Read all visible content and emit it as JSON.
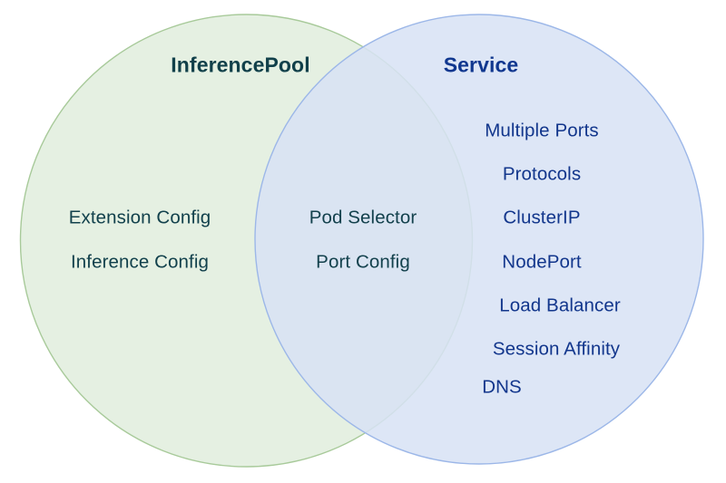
{
  "diagram": {
    "type": "venn",
    "sets": 2,
    "background_color": "#ffffff",
    "left": {
      "title": "InferencePool",
      "title_color": "#11404a",
      "fill_color": "#e4efe0",
      "stroke_color": "#a8ca9a",
      "items": [
        "Extension Config",
        "Inference Config"
      ]
    },
    "right": {
      "title": "Service",
      "title_color": "#10378f",
      "fill_color": "#d7e2f4",
      "stroke_color": "#9cb7e8",
      "items": [
        "Multiple Ports",
        "Protocols",
        "ClusterIP",
        "NodePort",
        "Load Balancer",
        "Session Affinity",
        "DNS"
      ]
    },
    "intersection": {
      "fill_color": "#d8e4d8",
      "text_color": "#13414d",
      "items": [
        "Pod Selector",
        "Port Config"
      ]
    }
  }
}
